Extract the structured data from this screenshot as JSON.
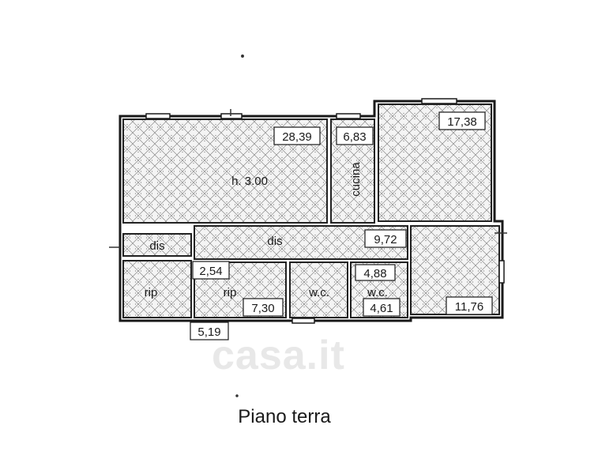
{
  "plan": {
    "caption": "Piano terra",
    "watermark": "casa.it",
    "rooms": {
      "living": {
        "label": "h. 3.00",
        "area": "28,39"
      },
      "kitchen": {
        "label": "cucina",
        "area": "6,83"
      },
      "room_ne": {
        "area": "17,38"
      },
      "hall": {
        "label": "dis",
        "area": "9,72"
      },
      "dis_w": {
        "label": "dis"
      },
      "rip_w": {
        "label": "rip"
      },
      "rip_c": {
        "label": "rip",
        "area": "7,30"
      },
      "wc1": {
        "label": "w.c."
      },
      "wc2": {
        "label": "w.c.",
        "area": "4,61"
      },
      "room_se": {
        "area": "11,76"
      }
    },
    "extra_areas": {
      "a_254": "2,54",
      "a_488": "4,88",
      "a_519": "5,19"
    }
  }
}
